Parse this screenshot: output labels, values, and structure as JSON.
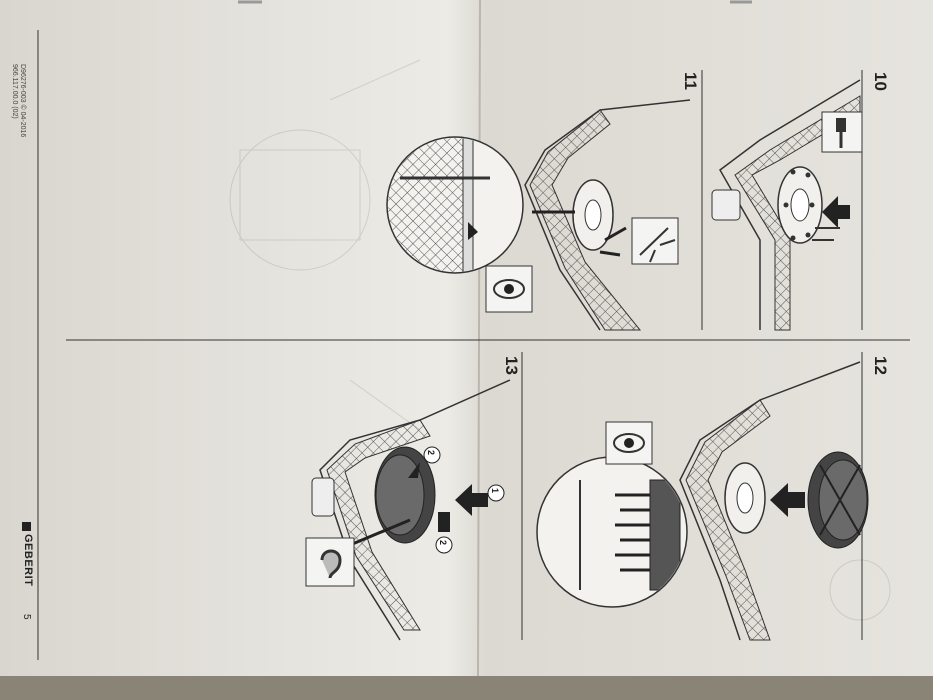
{
  "document": {
    "brand": "GEBERIT",
    "page_number": "5",
    "doc_code_line1": "D96276-003 © 04-2016",
    "doc_code_line2": "966.117.00.0 (02)"
  },
  "steps": [
    {
      "number": "10"
    },
    {
      "number": "11"
    },
    {
      "number": "12"
    },
    {
      "number": "13"
    }
  ],
  "callouts": [
    "1",
    "2",
    "2"
  ],
  "icons": [
    "hammer-icon",
    "caulk-gun-icon",
    "eye-icon",
    "eye-icon",
    "sound-ear-icon"
  ],
  "colors": {
    "paper": "#e9e6df",
    "paper_shadow": "#cfcbc3",
    "ink": "#2b2b2b",
    "background": "#6f6a62"
  }
}
